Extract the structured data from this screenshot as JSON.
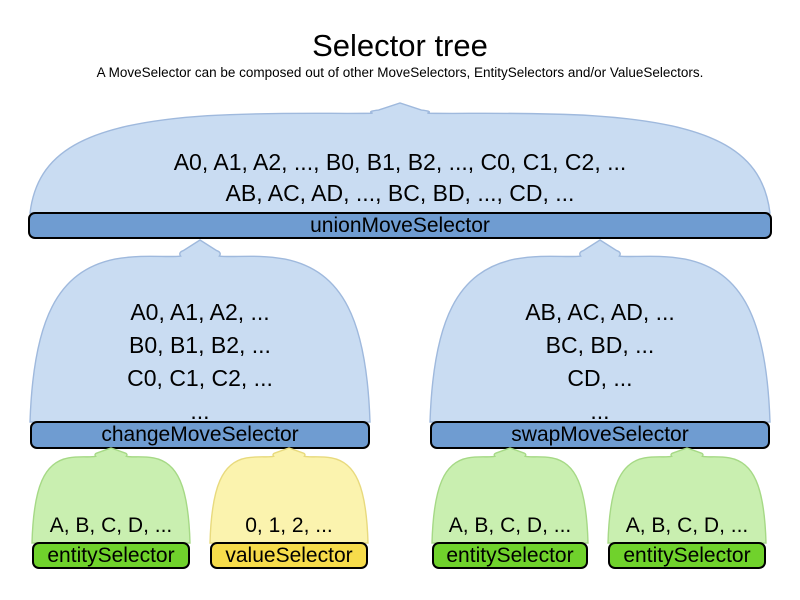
{
  "title": "Selector tree",
  "subtitle": "A MoveSelector can be composed out of other MoveSelectors, EntitySelectors and/or ValueSelectors.",
  "colors": {
    "move_selector_bar": "#6f9cd1",
    "move_selector_cloud": "#c9dcf2",
    "entity_selector_bar": "#70d22c",
    "entity_selector_cloud": "#c9efb0",
    "value_selector_bar": "#f6dc4b",
    "value_selector_cloud": "#fbf3ae"
  },
  "nodes": {
    "union": {
      "label": "unionMoveSelector",
      "lines": [
        "A0, A1, A2, ..., B0, B1, B2, ..., C0, C1, C2, ...",
        "AB, AC, AD, ..., BC, BD, ..., CD, ..."
      ]
    },
    "change": {
      "label": "changeMoveSelector",
      "lines": [
        "A0, A1, A2, ...",
        "B0, B1, B2, ...",
        "C0, C1, C2, ...",
        "..."
      ]
    },
    "swap": {
      "label": "swapMoveSelector",
      "lines": [
        "AB, AC, AD, ...",
        "BC, BD, ...",
        "CD, ...",
        "..."
      ]
    },
    "entity_left": {
      "label": "entitySelector",
      "lines": [
        "A, B, C, D, ..."
      ]
    },
    "value_left": {
      "label": "valueSelector",
      "lines": [
        "0, 1, 2, ..."
      ]
    },
    "entity_mid": {
      "label": "entitySelector",
      "lines": [
        "A, B, C, D, ..."
      ]
    },
    "entity_right": {
      "label": "entitySelector",
      "lines": [
        "A, B, C, D, ..."
      ]
    }
  }
}
